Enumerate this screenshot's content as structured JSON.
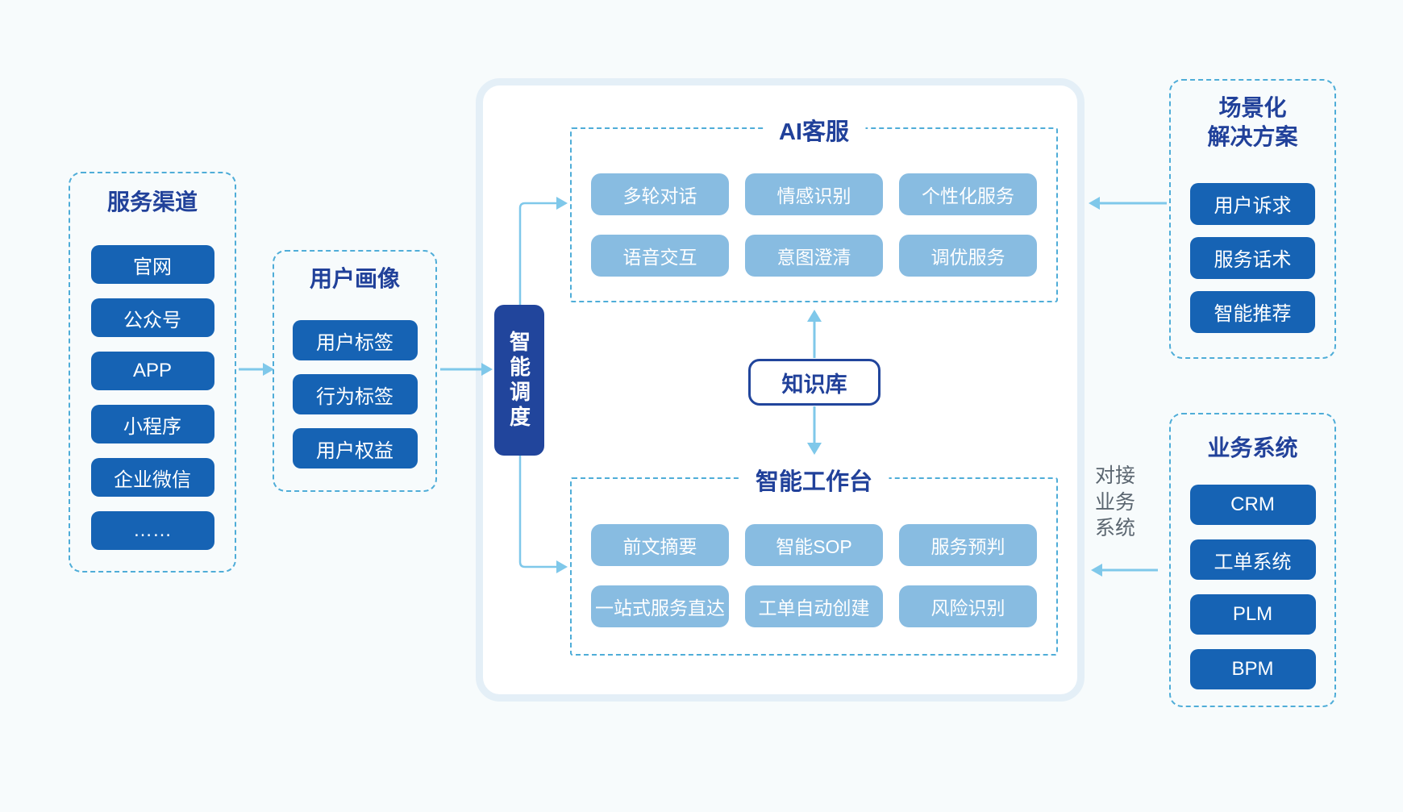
{
  "colors": {
    "navy": "#21419a",
    "dark_blue_button": "#1663b4",
    "light_blue_button": "#88bce1",
    "dashed_border": "#4fadd8",
    "arrow": "#7fc8ea",
    "container_border": "#e4eff7",
    "gray_label": "#5b6670"
  },
  "channels": {
    "title": "服务渠道",
    "items": [
      "官网",
      "公众号",
      "APP",
      "小程序",
      "企业微信",
      "……"
    ]
  },
  "profile": {
    "title": "用户画像",
    "items": [
      "用户标签",
      "行为标签",
      "用户权益"
    ]
  },
  "dispatch": {
    "label": "智能调度"
  },
  "ai_service": {
    "title": "AI客服",
    "rows": [
      [
        "多轮对话",
        "情感识别",
        "个性化服务"
      ],
      [
        "语音交互",
        "意图澄清",
        "调优服务"
      ]
    ]
  },
  "knowledge": {
    "label": "知识库"
  },
  "workbench": {
    "title": "智能工作台",
    "rows": [
      [
        "前文摘要",
        "智能SOP",
        "服务预判"
      ],
      [
        "一站式服务直达",
        "工单自动创建",
        "风险识别"
      ]
    ]
  },
  "solutions": {
    "title": "场景化\n解决方案",
    "items": [
      "用户诉求",
      "服务话术",
      "智能推荐"
    ]
  },
  "systems": {
    "title": "业务系统",
    "items": [
      "CRM",
      "工单系统",
      "PLM",
      "BPM"
    ]
  },
  "integration_note": "对接\n业务\n系统"
}
